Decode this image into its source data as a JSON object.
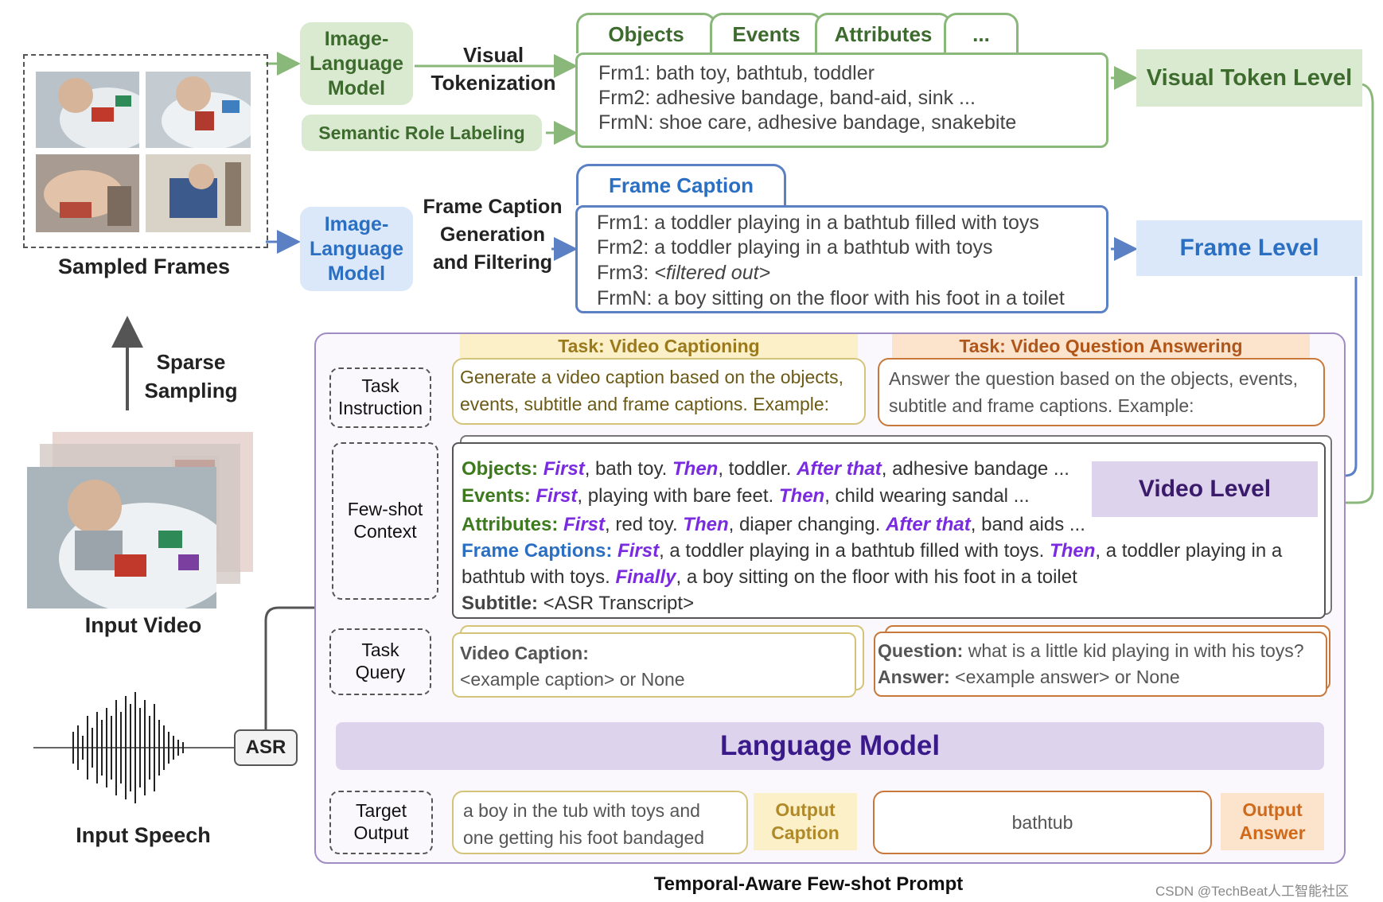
{
  "left": {
    "sampled_frames_label": "Sampled Frames",
    "sparse_sampling_line1": "Sparse",
    "sparse_sampling_line2": "Sampling",
    "input_video_label": "Input Video",
    "input_speech_label": "Input Speech",
    "asr_label": "ASR"
  },
  "top_branch": {
    "ilm_line1": "Image-",
    "ilm_line2": "Language",
    "ilm_line3": "Model",
    "visual_tokenization_line1": "Visual",
    "visual_tokenization_line2": "Tokenization",
    "srl_label": "Semantic Role Labeling",
    "tabs": [
      "Objects",
      "Events",
      "Attributes",
      "..."
    ],
    "rows": [
      "Frm1: bath toy, bathtub, toddler",
      "Frm2: adhesive bandage, band-aid, sink ...",
      "FrmN: shoe care, adhesive bandage, snakebite"
    ],
    "level_label": "Visual Token Level"
  },
  "mid_branch": {
    "ilm_line1": "Image-",
    "ilm_line2": "Language",
    "ilm_line3": "Model",
    "gen_line1": "Frame Caption",
    "gen_line2": "Generation",
    "gen_line3": "and Filtering",
    "tab": "Frame Caption",
    "rows": [
      "Frm1: a toddler playing in a bathtub filled with toys",
      "Frm2: a toddler playing in a bathtub with toys",
      "Frm3: ",
      "FrmN: a boy sitting on the floor with his foot in a toilet"
    ],
    "filtered_out": "<filtered out>",
    "level_label": "Frame Level"
  },
  "prompt": {
    "task_captioning_header": "Task: Video Captioning",
    "task_vqa_header": "Task: Video Question Answering",
    "task_instruction_line1": "Task",
    "task_instruction_line2": "Instruction",
    "caption_instruction_line1": "Generate a video caption based on the objects,",
    "caption_instruction_line2": "events, subtitle and frame captions. Example:",
    "vqa_instruction_line1": "Answer the question based on the objects, events,",
    "vqa_instruction_line2": "subtitle and frame captions. Example:",
    "fewshot_line1": "Few-shot",
    "fewshot_line2": "Context",
    "ctx_objects_key": "Objects:",
    "ctx_events_key": "Events:",
    "ctx_attributes_key": "Attributes:",
    "ctx_frame_key": "Frame Captions:",
    "ctx_subtitle_key": "Subtitle:",
    "w_first": "First",
    "w_then": "Then",
    "w_after": "After that",
    "w_finally": "Finally",
    "obj_a": ", bath toy. ",
    "obj_b": ", toddler. ",
    "obj_c": ", adhesive bandage ...",
    "ev_a": ", playing with bare feet. ",
    "ev_b": ", child wearing sandal ...",
    "attr_a": ", red toy. ",
    "attr_b": ", diaper changing. ",
    "attr_c": ", band aids ...",
    "fc_a": ", a toddler playing in a bathtub filled with toys. ",
    "fc_b": ", a toddler playing in a",
    "fc_c": "bathtub with toys. ",
    "fc_d": ", a boy sitting on the floor with his foot in a toilet",
    "subtitle_val": "<ASR Transcript>",
    "video_level_label": "Video Level",
    "task_query_line1": "Task",
    "task_query_line2": "Query",
    "vc_key": "Video Caption:",
    "vc_val": "<example caption> or None",
    "q_key": "Question:",
    "q_val": "what is a little kid playing in with his toys?",
    "a_key": "Answer:",
    "a_val": "<example answer> or None",
    "language_model": "Language Model",
    "target_line1": "Target",
    "target_line2": "Output",
    "out_caption_line1": "a boy in the tub with toys and",
    "out_caption_line2": "one getting his foot bandaged",
    "output_caption_line1": "Output",
    "output_caption_line2": "Caption",
    "out_answer": "bathtub",
    "output_answer_line1": "Output",
    "output_answer_line2": "Answer",
    "prompt_title": "Temporal-Aware Few-shot Prompt"
  },
  "watermark": "CSDN @TechBeat人工智能社区",
  "colors": {
    "green": "#8ab87a",
    "green_fill": "#d9ead0",
    "blue": "#5b80c4",
    "blue_fill": "#dbe8fa",
    "purple": "#a08cc4",
    "purple_fill": "#ddd3ec",
    "yellow": "#d4c47a",
    "yellow_fill": "#fbf0c8",
    "orange": "#c8783a",
    "orange_fill": "#fbe3cc"
  }
}
